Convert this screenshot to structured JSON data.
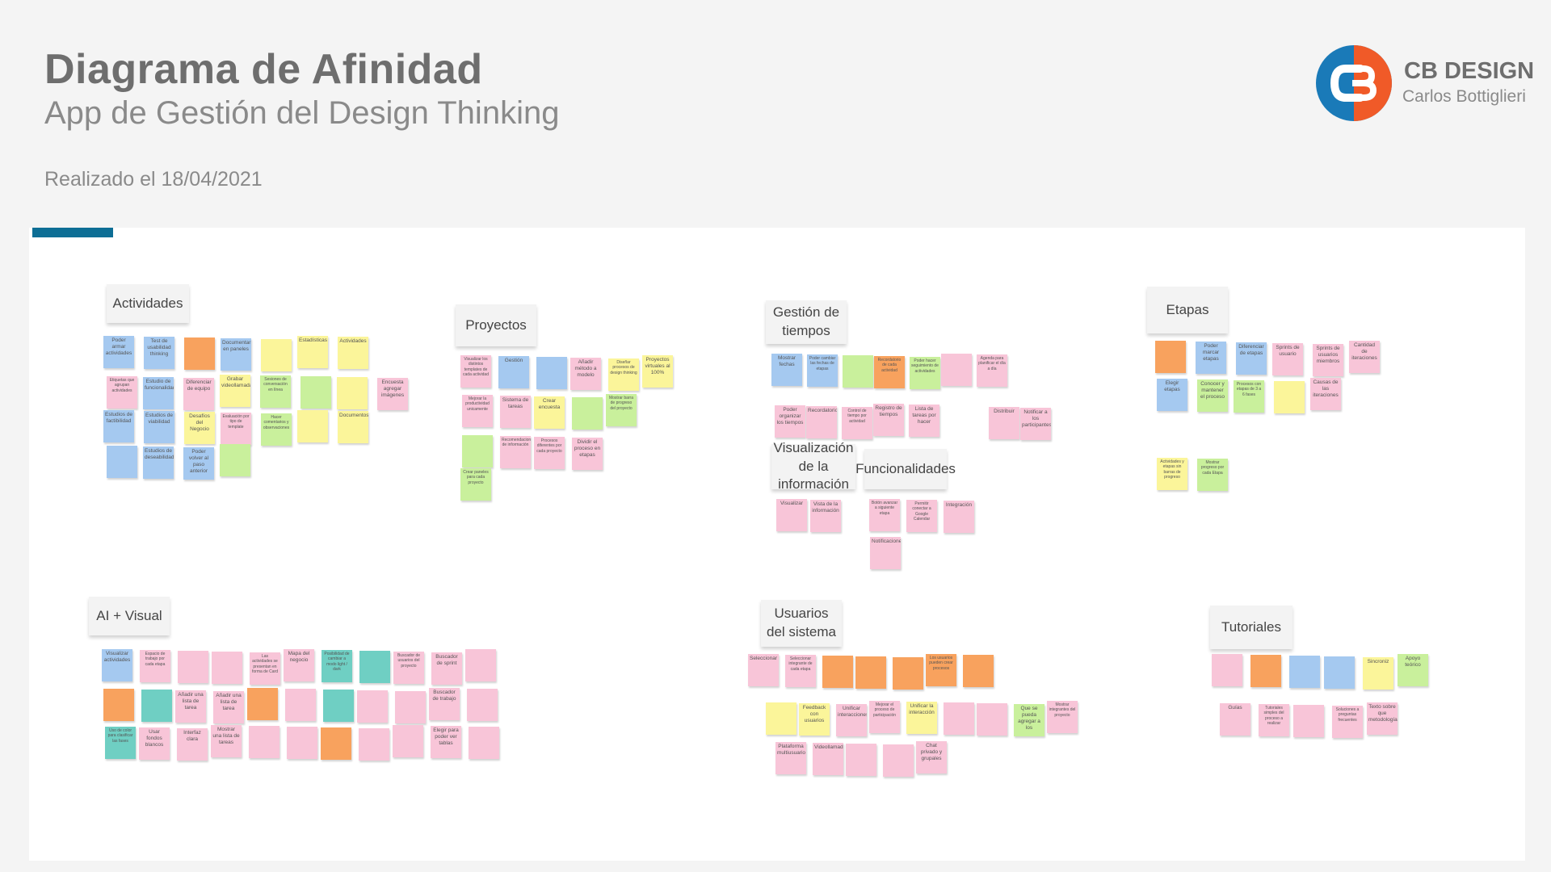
{
  "header": {
    "title": "Diagrama de Afinidad",
    "subtitle": "App de Gestión del Design Thinking",
    "date": "Realizado el 18/04/2021"
  },
  "brand": {
    "logo_icon": "cb-monogram-logo",
    "name": "CB DESIGN",
    "person": "Carlos Bottiglieri"
  },
  "colors": {
    "accent": "#0d6e95",
    "logo_orange": "#f05a28",
    "logo_blue": "#1a7ab8",
    "note_blue": "#a5c9f0",
    "note_pink": "#f8c5d8",
    "note_orange": "#f8a25e",
    "note_yellow": "#fbf59a",
    "note_green": "#c9f09c",
    "note_teal": "#6fcfc3"
  },
  "clusters": [
    {
      "id": "actividades",
      "label": "Actividades",
      "notes": [
        {
          "c": "blue",
          "t": "Poder armar actividades"
        },
        {
          "c": "blue",
          "t": "Test de usabilidad thinking"
        },
        {
          "c": "orange",
          "t": ""
        },
        {
          "c": "blue",
          "t": "Documentar en paneles"
        },
        {
          "c": "yellow",
          "t": ""
        },
        {
          "c": "yellow",
          "t": "Estadísticas"
        },
        {
          "c": "yellow",
          "t": "Actividades"
        },
        {
          "c": "pink",
          "t": "Etiquetas que agrupan actividades"
        },
        {
          "c": "blue",
          "t": "Estudio de funcionalidad"
        },
        {
          "c": "pink",
          "t": "Diferenciar de equipo"
        },
        {
          "c": "yellow",
          "t": "Grabar videollamada"
        },
        {
          "c": "green",
          "t": "Sesiones de conversación en línea"
        },
        {
          "c": "green",
          "t": ""
        },
        {
          "c": "yellow",
          "t": ""
        },
        {
          "c": "pink",
          "t": "Encuesta agregar imágenes"
        },
        {
          "c": "blue",
          "t": "Estudios de factibilidad"
        },
        {
          "c": "blue",
          "t": "Estudios de viabilidad"
        },
        {
          "c": "yellow",
          "t": "Desafíos del Negocio"
        },
        {
          "c": "pink",
          "t": "Evaluación por tipo de template"
        },
        {
          "c": "green",
          "t": "Hacer comentarios y observaciones"
        },
        {
          "c": "yellow",
          "t": ""
        },
        {
          "c": "yellow",
          "t": "Documentos"
        },
        {
          "c": "blue",
          "t": ""
        },
        {
          "c": "blue",
          "t": "Estudios de deseabilidad"
        },
        {
          "c": "blue",
          "t": "Poder volver al paso anterior"
        },
        {
          "c": "green",
          "t": ""
        }
      ]
    },
    {
      "id": "proyectos",
      "label": "Proyectos",
      "notes": [
        {
          "c": "pink",
          "t": "Visualizar los distintos templates de cada actividad"
        },
        {
          "c": "blue",
          "t": "Gestión"
        },
        {
          "c": "blue",
          "t": ""
        },
        {
          "c": "pink",
          "t": "Añadir método a modelo"
        },
        {
          "c": "yellow",
          "t": "Diseñar procesos de design thinking"
        },
        {
          "c": "yellow",
          "t": "Proyectos virtuales al 100%"
        },
        {
          "c": "pink",
          "t": "Mejorar la productividad unicamente"
        },
        {
          "c": "pink",
          "t": "Sistema de tareas"
        },
        {
          "c": "yellow",
          "t": "Crear encuesta"
        },
        {
          "c": "green",
          "t": ""
        },
        {
          "c": "green",
          "t": "Mostrar barra de progreso del proyecto"
        },
        {
          "c": "green",
          "t": ""
        },
        {
          "c": "pink",
          "t": "Recomendaciones de información"
        },
        {
          "c": "pink",
          "t": "Procesos diferentes por cada proyecto"
        },
        {
          "c": "pink",
          "t": "Dividir el proceso en etapas"
        },
        {
          "c": "green",
          "t": "Crear paneles para cada proyecto"
        }
      ]
    },
    {
      "id": "gestion",
      "label": "Gestión de tiempos",
      "notes": [
        {
          "c": "blue",
          "t": "Mostrar fechas"
        },
        {
          "c": "blue",
          "t": "Poder cambiar las fechas de etapas"
        },
        {
          "c": "green",
          "t": ""
        },
        {
          "c": "orange",
          "t": "Recordatorio de cada actividad"
        },
        {
          "c": "green",
          "t": "Poder hacer seguimiento de actividades"
        },
        {
          "c": "pink",
          "t": ""
        },
        {
          "c": "pink",
          "t": "Agenda para planificar el día a día"
        },
        {
          "c": "pink",
          "t": "Poder organizar los tiempos"
        },
        {
          "c": "pink",
          "t": "Recordatorios"
        },
        {
          "c": "pink",
          "t": "Control de tiempo por actividad"
        },
        {
          "c": "pink",
          "t": "Registro de tiempos"
        },
        {
          "c": "pink",
          "t": "Lista de tareas por hacer"
        },
        {
          "c": "pink",
          "t": "Distribuir"
        },
        {
          "c": "pink",
          "t": "Notificar a los participantes"
        }
      ]
    },
    {
      "id": "visualizacion",
      "label": "Visualización de la información",
      "notes": [
        {
          "c": "pink",
          "t": "Visualizar"
        },
        {
          "c": "pink",
          "t": "Vista de la información"
        }
      ]
    },
    {
      "id": "funcionalidades",
      "label": "Funcionalidades",
      "notes": [
        {
          "c": "pink",
          "t": "Botón avanzar a siguiente etapa"
        },
        {
          "c": "pink",
          "t": "Permitir conectar a Google Calendar"
        },
        {
          "c": "pink",
          "t": "Integración"
        },
        {
          "c": "pink",
          "t": "Notificaciones"
        }
      ]
    },
    {
      "id": "etapas",
      "label": "Etapas",
      "notes": [
        {
          "c": "orange",
          "t": ""
        },
        {
          "c": "blue",
          "t": "Poder marcar etapas"
        },
        {
          "c": "blue",
          "t": "Diferenciar de etapas"
        },
        {
          "c": "pink",
          "t": "Sprints de usuario"
        },
        {
          "c": "pink",
          "t": "Sprints de usuarios miembros"
        },
        {
          "c": "pink",
          "t": "Cantidad de iteraciones"
        },
        {
          "c": "blue",
          "t": "Elegir etapas"
        },
        {
          "c": "green",
          "t": "Conocer y mantener el proceso"
        },
        {
          "c": "green",
          "t": "Procesos con etapas de 3 a 6 fases"
        },
        {
          "c": "yellow",
          "t": ""
        },
        {
          "c": "pink",
          "t": "Causas de las iteraciones"
        },
        {
          "c": "yellow",
          "t": "Actividades y etapas sin barras de progreso"
        },
        {
          "c": "green",
          "t": "Mostrar progreso por cada Etapa"
        }
      ]
    },
    {
      "id": "aivisual",
      "label": "AI + Visual",
      "notes": [
        {
          "c": "blue",
          "t": "Visualizar actividades"
        },
        {
          "c": "pink",
          "t": "Espacio de trabajo por cada etapa"
        },
        {
          "c": "pink",
          "t": ""
        },
        {
          "c": "pink",
          "t": ""
        },
        {
          "c": "pink",
          "t": "Las actividades se presentan en forma de Card"
        },
        {
          "c": "pink",
          "t": "Mapa del negocio"
        },
        {
          "c": "teal",
          "t": "Posibilidad de cambiar a modo light / dark"
        },
        {
          "c": "teal",
          "t": ""
        },
        {
          "c": "pink",
          "t": "Buscador de usuarios del proyecto"
        },
        {
          "c": "pink",
          "t": "Buscador de sprint"
        },
        {
          "c": "pink",
          "t": ""
        },
        {
          "c": "orange",
          "t": ""
        },
        {
          "c": "teal",
          "t": ""
        },
        {
          "c": "pink",
          "t": "Añadir una lista de tarea"
        },
        {
          "c": "pink",
          "t": "Añadir una lista de tarea"
        },
        {
          "c": "orange",
          "t": ""
        },
        {
          "c": "pink",
          "t": ""
        },
        {
          "c": "teal",
          "t": ""
        },
        {
          "c": "pink",
          "t": ""
        },
        {
          "c": "pink",
          "t": ""
        },
        {
          "c": "pink",
          "t": "Buscador de trabajo"
        },
        {
          "c": "pink",
          "t": ""
        },
        {
          "c": "teal",
          "t": "Uso de color para clasificar las fases"
        },
        {
          "c": "pink",
          "t": "Usar fondos blancos"
        },
        {
          "c": "pink",
          "t": "Interfaz clara"
        },
        {
          "c": "pink",
          "t": "Mostrar una lista de tareas"
        },
        {
          "c": "pink",
          "t": ""
        },
        {
          "c": "pink",
          "t": ""
        },
        {
          "c": "orange",
          "t": ""
        },
        {
          "c": "pink",
          "t": ""
        },
        {
          "c": "pink",
          "t": ""
        },
        {
          "c": "pink",
          "t": "Elegir para poder ver tablas"
        },
        {
          "c": "pink",
          "t": ""
        }
      ]
    },
    {
      "id": "usuarios",
      "label": "Usuarios del sistema",
      "notes": [
        {
          "c": "pink",
          "t": "Seleccionar"
        },
        {
          "c": "pink",
          "t": "Seleccionar integrante de cada etapa"
        },
        {
          "c": "orange",
          "t": ""
        },
        {
          "c": "orange",
          "t": ""
        },
        {
          "c": "orange",
          "t": ""
        },
        {
          "c": "orange",
          "t": "Los usuarios pueden crear procesos"
        },
        {
          "c": "orange",
          "t": ""
        },
        {
          "c": "yellow",
          "t": ""
        },
        {
          "c": "yellow",
          "t": "Feedback con usuarios"
        },
        {
          "c": "pink",
          "t": "Unificar interacciones"
        },
        {
          "c": "pink",
          "t": "Mejorar el proceso de participación"
        },
        {
          "c": "yellow",
          "t": "Unificar la interacción"
        },
        {
          "c": "pink",
          "t": ""
        },
        {
          "c": "pink",
          "t": ""
        },
        {
          "c": "green",
          "t": "Que se pueda agregar a los"
        },
        {
          "c": "pink",
          "t": "Mostrar integrantes del proyecto"
        },
        {
          "c": "pink",
          "t": "Plataforma multiusuario"
        },
        {
          "c": "pink",
          "t": "Videollamadas"
        },
        {
          "c": "pink",
          "t": ""
        },
        {
          "c": "pink",
          "t": ""
        },
        {
          "c": "pink",
          "t": "Chat privado y grupales"
        }
      ]
    },
    {
      "id": "tutoriales",
      "label": "Tutoriales",
      "notes": [
        {
          "c": "pink",
          "t": ""
        },
        {
          "c": "orange",
          "t": ""
        },
        {
          "c": "blue",
          "t": ""
        },
        {
          "c": "blue",
          "t": ""
        },
        {
          "c": "yellow",
          "t": "Sincroniz"
        },
        {
          "c": "green",
          "t": "Apoyo teórico"
        },
        {
          "c": "pink",
          "t": "Guías"
        },
        {
          "c": "pink",
          "t": "Tutoriales simples del proceso a realizar"
        },
        {
          "c": "pink",
          "t": ""
        },
        {
          "c": "pink",
          "t": "Soluciones a preguntas frecuentes"
        },
        {
          "c": "pink",
          "t": "Texto sobre que metodología"
        }
      ]
    }
  ]
}
